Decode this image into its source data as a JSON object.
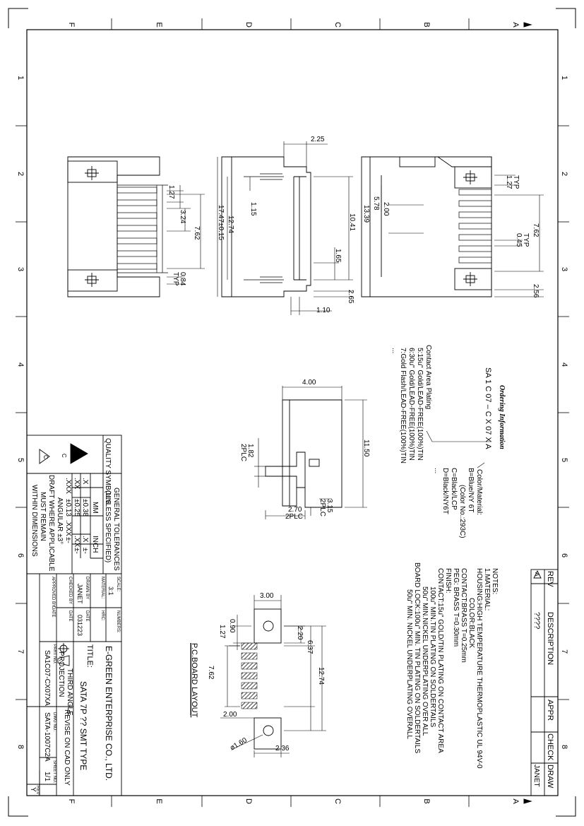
{
  "border": {
    "cols_top": [
      "F",
      "E",
      "D",
      "C",
      "B",
      "A"
    ],
    "cols_bottom": [
      "F",
      "E",
      "D",
      "C",
      "B",
      "A"
    ],
    "rows_left": [
      "1",
      "2",
      "3",
      "4",
      "5",
      "6",
      "7",
      "8"
    ],
    "rows_right": [
      "1",
      "2",
      "3",
      "4",
      "5",
      "6",
      "7",
      "8"
    ]
  },
  "dims": {
    "top_225": "2.25",
    "left_127": "1.27",
    "left_324": "3.24",
    "left_762": "7.62",
    "left_084": "0.84",
    "left_typ": "TYP",
    "mid_1747": "17.47±0.15",
    "mid_1274": "12.74",
    "mid_115": "1.15",
    "mid_1041": "10.41",
    "mid_165": "1.65",
    "mid_265": "2.65",
    "mid_110": "1.10",
    "right_127": "1.27",
    "right_typ1": "TYP",
    "right_578": "5.78",
    "right_200": "2.00",
    "right_1339": "13.39",
    "right_762": "7.62",
    "right_045": "0.45",
    "right_typ2": "TYP",
    "right_256": "2.56",
    "side_400": "4.00",
    "side_1150": "11.50",
    "side_182": "1.82",
    "side_2plc1": "2PLC",
    "side_270": "2.70",
    "side_2plc2": "2PLC",
    "side_315": "3.15",
    "side_2plc3": "2PLC",
    "pcb_300": "3.00",
    "pcb_090": "0.90",
    "pcb_127": "1.27",
    "pcb_220": "2.20",
    "pcb_637": "6.37",
    "pcb_1274": "12.74",
    "pcb_762": "7.62",
    "pcb_200": "2.00",
    "pcb_236": "2.36",
    "pcb_dia": "ø1.60"
  },
  "pcb_layout_label": "P.C.BOARD LAYOUT",
  "ordering": {
    "title": "Ordering Information",
    "code": "SA 1 C 07 – C X 07 X A",
    "color_title": "Color/Material:",
    "color_lines": [
      "B=Blue/NY 6T",
      "(Color No.:293C)",
      "C=Black/LCP",
      "D=Black/NY6T",
      "..."
    ],
    "plating_title": "Contact Area Plating",
    "plating_lines": [
      "5:15u\" Gold/LEAD-FREE(100%)TIN",
      "6:30u\" Gold/LEAD-FREE(100%)TIN",
      "7:Gold Flash/LEAD-FREE(100%)TIN",
      "..."
    ]
  },
  "notes": {
    "title": "NOTES:",
    "lines": [
      "1.MATERIAL:",
      "HOUSING:HIGH TEMPERATURE THERMOPLASTIC UL 94V-0",
      "COLOR:BLACK",
      "CONTACT:BRASS T=0.25mm",
      "PEG: BRASS T=0.30mm",
      "FINISH:",
      "CONTACT:15u\" GOLD/TIN PLATING ON CONTACT AREA",
      "100u\" MIN.TIN PLATING ON SOLDERTAILS",
      "50u\" MIN.NICKEL UNDERPLATING OVER ALL",
      "BOARD LOCK:100u\" MIN. TIN PLATING ON SOLDERTAILS",
      "50u\" MIN. NICKEL UNDERPLATING OVERALL"
    ]
  },
  "revision": {
    "rev_header": "REV",
    "desc_header": "DESCRIPTION",
    "appr_header": "APPR",
    "check_header": "CHECK",
    "draw_header": "DRAW",
    "rev_value": "A",
    "desc_value": "????",
    "draw_value": "JANET"
  },
  "title_block": {
    "quality": "QUALITY SYMBOLS",
    "general": "GENERAL TOLERANCES",
    "unless": "(UNLESS SPECIFIED)",
    "mm": "MM",
    "inch": "INCH",
    "tol_rows": [
      [
        ".X",
        "±0.38",
        ".X",
        "±-"
      ],
      [
        ".XX",
        "±0.25",
        ".XX",
        "±-"
      ],
      [
        ".XXX",
        "±0.13",
        ".XXX",
        "±-"
      ]
    ],
    "angular": "ANGULAR ±3°",
    "draft1": "DRAFT WHERE APPLICABLE",
    "draft2": "MUST REMAIN",
    "draft3": "WITHIN DIMENSIONS",
    "scale_label": "SCALE:",
    "scale": "3:1",
    "material_label": "MATERIAL:",
    "drawn_label": "DRAWN BY",
    "drawn": "JANET",
    "date_label": "DATE",
    "date": "031223",
    "checked_label": "CHECKED BY",
    "approved_label": "APPROVED BY",
    "numbers_label": "NUMBERS:",
    "hrc_label": "HRC:",
    "company": "E-GREEN ENTERPRISE CO., LTD.",
    "title_label": "TITLE:",
    "title": "SATA 7P ?? SMT TYPE",
    "projection1": "THIRD ANGLE",
    "projection2": "PROJECTION",
    "revise": "REVISE ON CAD ONLY",
    "part_label": "PART NO.",
    "part": "SA1C07-CX07XA",
    "dwg_label": "DWG NO.",
    "dwg": "SATA-1007C2A",
    "sheet_label": "SHEET NO.",
    "sheet": "1/1",
    "rev_label": "REV",
    "rev": "Y"
  },
  "symbols": {
    "s1": "C",
    "s2": "C"
  }
}
